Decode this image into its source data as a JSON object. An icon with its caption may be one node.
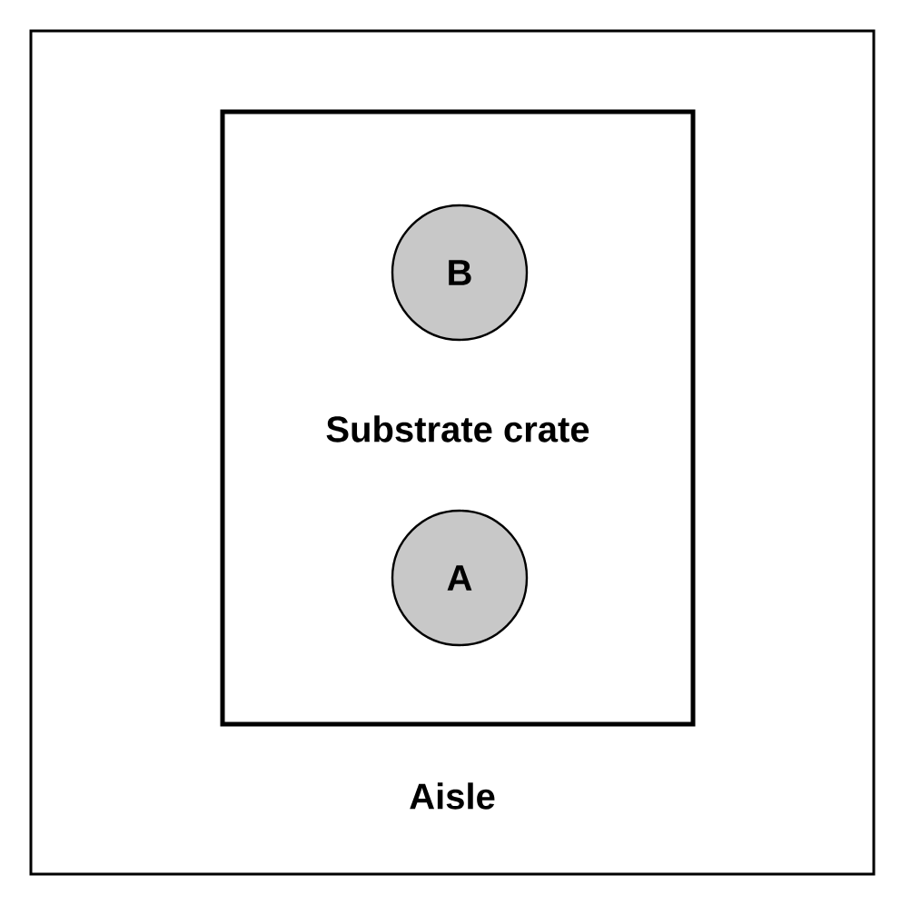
{
  "diagram": {
    "nodes": [
      {
        "text": [
          "Aisle"
        ]
      },
      {
        "text": [
          "Substrate crate"
        ],
        "in": 0
      },
      {
        "text": [
          "B"
        ],
        "in": 1
      },
      {
        "text": [
          "A"
        ],
        "in": 1
      }
    ]
  }
}
